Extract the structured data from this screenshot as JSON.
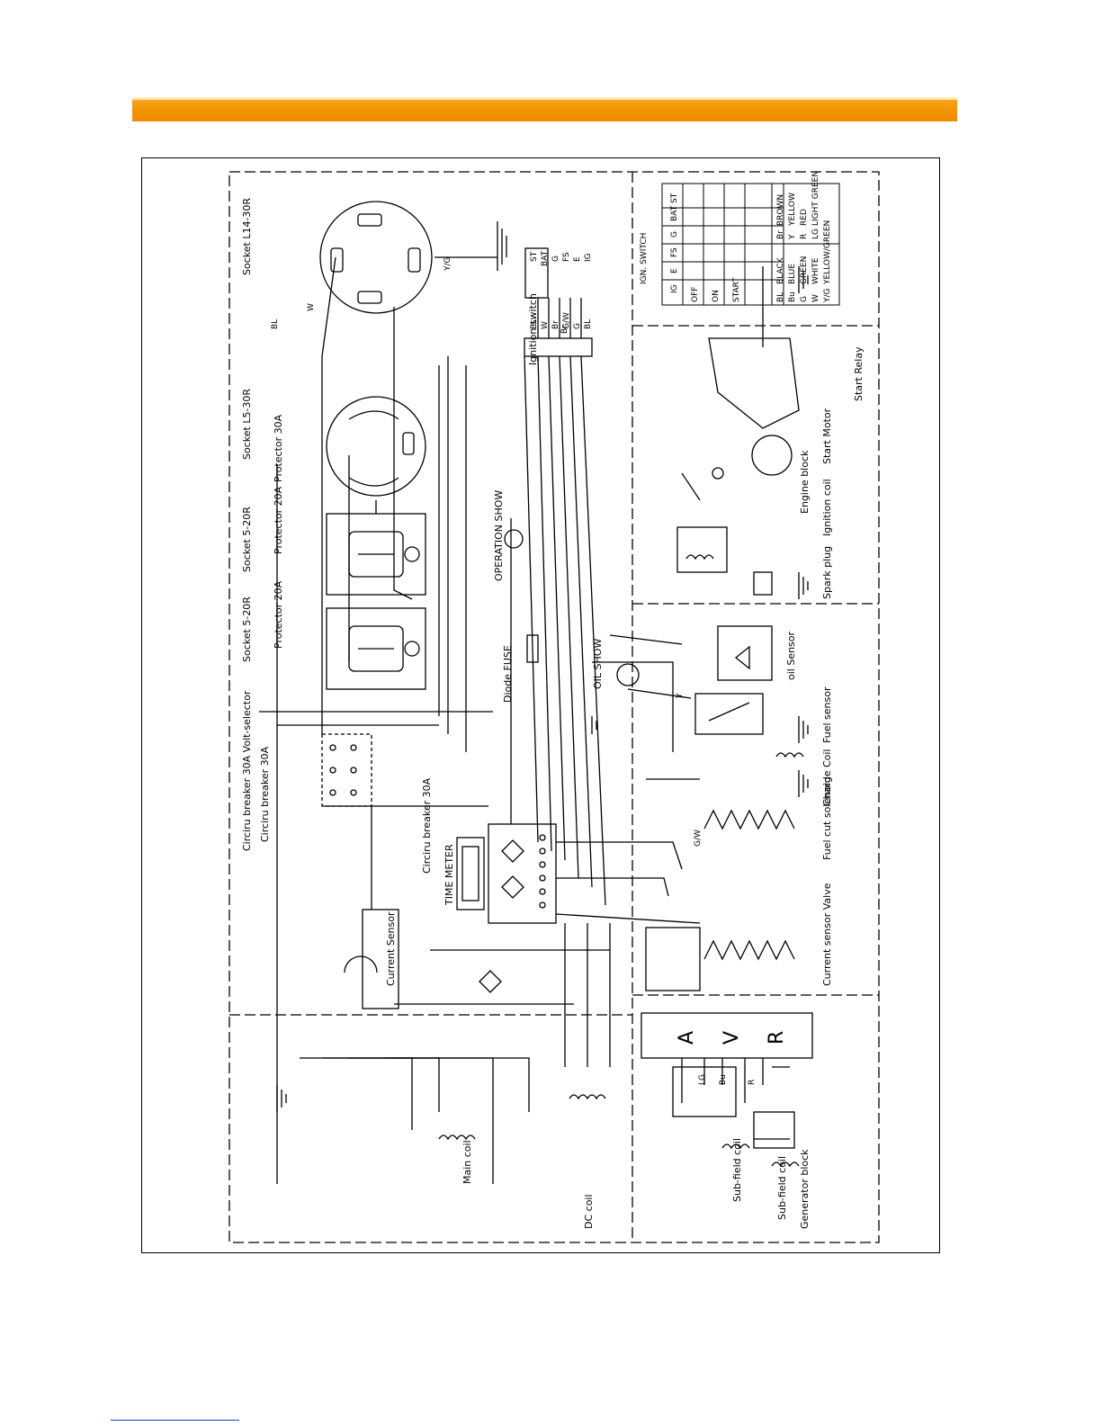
{
  "colors": {
    "header_bar": "#f29500",
    "ink": "#000000"
  },
  "labels": {
    "socket_l14_30r": "Socket L14-30R",
    "socket_l5_30r": "Socket L5-30R",
    "socket_5_20r_a": "Socket 5-20R",
    "socket_5_20r_b": "Socket 5-20R",
    "protector_30a": "Protector 30A",
    "protector_20a_a": "Protector 20A",
    "protector_20a_b": "Protector 20A",
    "circuit_breaker_30a_volt": "Circiru breaker 30A  Volt-selector",
    "circuit_breaker_30a_left": "Circiru breaker 30A",
    "circuit_breaker_30a_right": "Circiru breaker 30A",
    "current_sensor": "Current Sensor",
    "current_sensor_valve": "Current sensor Valve",
    "time_meter": "TIME METER",
    "diode_fuse": "Diode FUSE",
    "operation_show": "OPERATION SHOW",
    "oil_show": "OIL SHOW",
    "oil_sensor": "oil Sensor",
    "fuel_sensor": "Fuel sensor",
    "charge_coil": "Charge Coil",
    "fuel_cut_solenoid": "Fuel cut solenoid",
    "ignition_switch": "Ignition switch",
    "engine_block": "Engine block",
    "ignition_coil": "Ignition coil",
    "start_motor": "Start Motor",
    "start_relay": "Start Relay",
    "spark_plug": "Spark plug",
    "main_coil": "Main coil",
    "dc_coil": "DC coil",
    "sub_field_coil_a": "Sub-field coil",
    "sub_field_coil_b": "Sub-field coil",
    "generator_block": "Generator block",
    "meter_a": "A",
    "meter_v": "V",
    "meter_r": "R"
  },
  "ign_switch_table": {
    "title": "IGN. SWITCH",
    "headers": [
      "",
      "IG",
      "E",
      "FS",
      "G",
      "BAT",
      "ST"
    ],
    "rows": [
      [
        "OFF"
      ],
      [
        "ON"
      ],
      [
        "START"
      ]
    ]
  },
  "ignition_terminals": [
    "ST",
    "BAT",
    "G",
    "FS",
    "E",
    "IG"
  ],
  "ignition_wires": [
    "BL",
    "W",
    "Br",
    "G/W",
    "G",
    "BL"
  ],
  "wire_codes": [
    "BL",
    "W",
    "Y/G",
    "Br",
    "G/W",
    "Y",
    "R",
    "LG",
    "Bu"
  ],
  "color_legend": [
    [
      "BL",
      "BLACK",
      "Br",
      "BROWN"
    ],
    [
      "Bu",
      "BLUE",
      "Y",
      "YELLOW"
    ],
    [
      "G",
      "GREEN",
      "R",
      "RED"
    ],
    [
      "W",
      "WHITE",
      "LG",
      "LIGHT GREEN"
    ],
    [
      "Y/G",
      "YELLOW/GREEN",
      "",
      ""
    ]
  ]
}
